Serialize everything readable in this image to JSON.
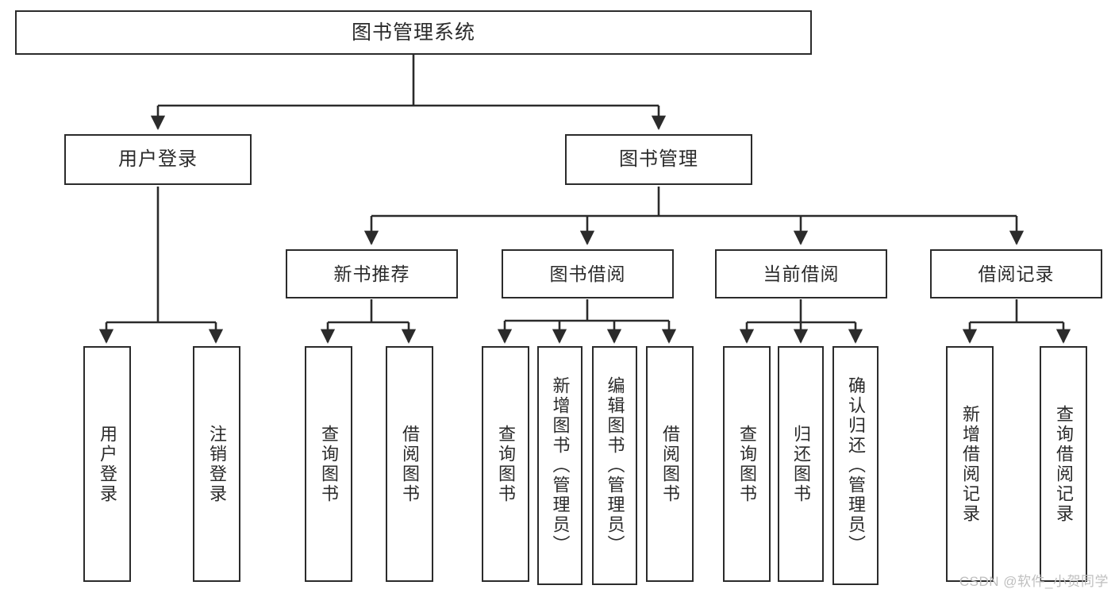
{
  "diagram": {
    "title": "图书管理系统",
    "type": "功能结构图",
    "watermark": "CSDN @软件_小贺同学",
    "colors": {
      "box_border": "#2b2b2b",
      "box_fill": "#ffffff",
      "connector": "#2b2b2b",
      "text": "#2b2b2b",
      "watermark": "#bfbfbf"
    },
    "root": {
      "label": "图书管理系统"
    },
    "level1": [
      {
        "label": "用户登录"
      },
      {
        "label": "图书管理"
      }
    ],
    "level2": [
      {
        "label": "新书推荐"
      },
      {
        "label": "图书借阅"
      },
      {
        "label": "当前借阅"
      },
      {
        "label": "借阅记录"
      }
    ],
    "leaves": {
      "user_login": [
        {
          "label": "用户登录"
        },
        {
          "label": "注销登录"
        }
      ],
      "new_book": [
        {
          "label": "查询图书"
        },
        {
          "label": "借阅图书"
        }
      ],
      "book_borrow": [
        {
          "label": "查询图书"
        },
        {
          "label": "新增图书（管理员）"
        },
        {
          "label": "编辑图书（管理员）"
        },
        {
          "label": "借阅图书"
        }
      ],
      "current_borrow": [
        {
          "label": "查询图书"
        },
        {
          "label": "归还图书"
        },
        {
          "label": "确认归还（管理员）"
        }
      ],
      "borrow_record": [
        {
          "label": "新增借阅记录"
        },
        {
          "label": "查询借阅记录"
        }
      ]
    }
  }
}
